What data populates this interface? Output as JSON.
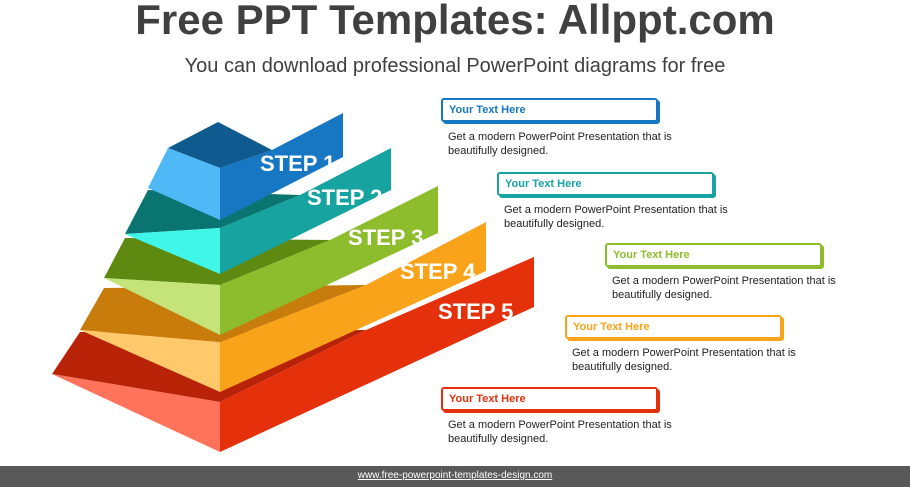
{
  "header": {
    "title": "Free PPT Templates: Allppt.com",
    "subtitle": "You can download professional PowerPoint diagrams for free"
  },
  "colors": {
    "step1": "#1777c2",
    "step2": "#17a3a0",
    "step3": "#8dbd2c",
    "step4": "#f8a31a",
    "step5": "#e4310c"
  },
  "steps": [
    {
      "label": "STEP 1",
      "box_title": "Your Text  Here",
      "description": "Get a modern PowerPoint  Presentation that is beautifully designed."
    },
    {
      "label": "STEP 2",
      "box_title": "Your Text  Here",
      "description": "Get a modern PowerPoint  Presentation that is beautifully designed."
    },
    {
      "label": "STEP 3",
      "box_title": "Your Text  Here",
      "description": "Get a modern PowerPoint  Presentation that is beautifully designed."
    },
    {
      "label": "STEP 4",
      "box_title": "Your Text  Here",
      "description": "Get a modern PowerPoint  Presentation that is beautifully designed."
    },
    {
      "label": "STEP 5",
      "box_title": "Your Text  Here",
      "description": "Get a modern PowerPoint  Presentation that is beautifully designed."
    }
  ],
  "footer": {
    "url": "www.free-powerpoint-templates-design.com"
  }
}
